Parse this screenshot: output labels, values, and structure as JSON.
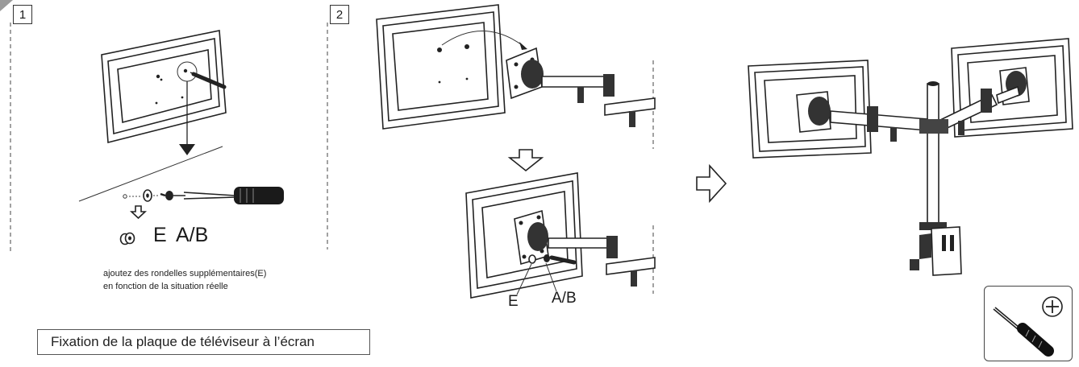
{
  "steps": [
    {
      "number": "1"
    },
    {
      "number": "2"
    }
  ],
  "labels": {
    "e_step1": "E",
    "ab_step1": "A/B",
    "e_step2": "E",
    "ab_step2": "A/B"
  },
  "note": {
    "line1": "ajoutez des rondelles supplémentaires(E)",
    "line2": "en fonction de la situation réelle"
  },
  "caption": "Fixation de la plaque de téléviseur à l’écran",
  "icons": [
    "screwdriver-icon",
    "phillips-head-icon",
    "down-arrow-icon",
    "right-arrow-icon"
  ]
}
